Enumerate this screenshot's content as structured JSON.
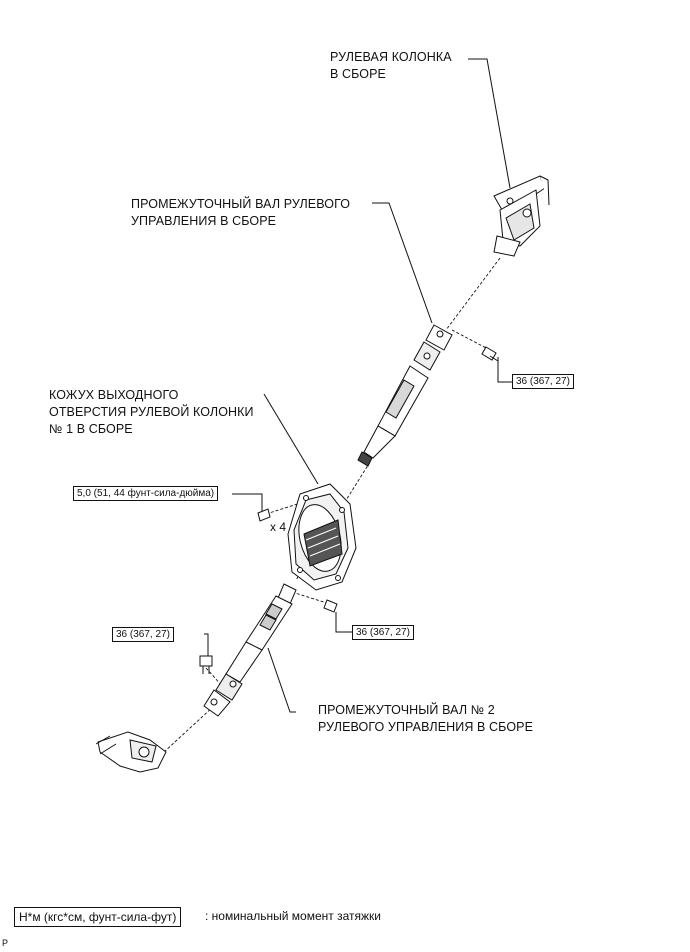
{
  "labels": {
    "column": [
      "РУЛЕВАЯ КОЛОНКА",
      "В СБОРЕ"
    ],
    "shaft1": [
      "ПРОМЕЖУТОЧНЫЙ ВАЛ РУЛЕВОГО",
      "УПРАВЛЕНИЯ В СБОРЕ"
    ],
    "cover": [
      "КОЖУХ ВЫХОДНОГО",
      "ОТВЕРСТИЯ РУЛЕВОЙ КОЛОНКИ",
      "№ 1 В СБОРЕ"
    ],
    "shaft2": [
      "ПРОМЕЖУТОЧНЫЙ ВАЛ № 2",
      "РУЛЕВОГО УПРАВЛЕНИЯ В СБОРЕ"
    ]
  },
  "torques": {
    "upper_bolt": "36 (367, 27)",
    "cover_bolts": "5,0 (51, 44 фунт-сила-дюйма)",
    "middle_bolt": "36 (367, 27)",
    "lower_bolt": "36 (367, 27)"
  },
  "quantity": "x 4",
  "legend": {
    "unit": "Н*м (кгс*см, фунт-сила-фут)",
    "text": ": номинальный момент затяжки"
  },
  "corner_mark": "P"
}
